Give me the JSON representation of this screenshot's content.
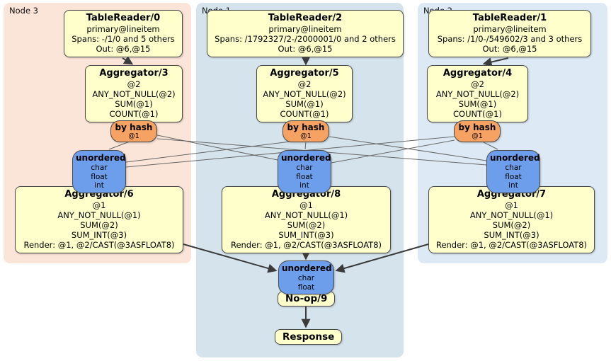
{
  "nodes": {
    "node3": {
      "label": "Node 3"
    },
    "node1": {
      "label": "Node 1"
    },
    "node2": {
      "label": "Node 2"
    }
  },
  "processors": {
    "tr0": {
      "title": "TableReader/0",
      "lines": [
        "primary@lineitem",
        "Spans: -/1/0 and 5 others",
        "Out: @6,@15"
      ]
    },
    "tr2": {
      "title": "TableReader/2",
      "lines": [
        "primary@lineitem",
        "Spans: /1792327/2-/2000001/0 and 2 others",
        "Out: @6,@15"
      ]
    },
    "tr1": {
      "title": "TableReader/1",
      "lines": [
        "primary@lineitem",
        "Spans: /1/0-/549602/3 and 3 others",
        "Out: @6,@15"
      ]
    },
    "agg3": {
      "title": "Aggregator/3",
      "lines": [
        "@2",
        "ANY_NOT_NULL(@2)",
        "SUM(@1)",
        "COUNT(@1)"
      ]
    },
    "agg5": {
      "title": "Aggregator/5",
      "lines": [
        "@2",
        "ANY_NOT_NULL(@2)",
        "SUM(@1)",
        "COUNT(@1)"
      ]
    },
    "agg4": {
      "title": "Aggregator/4",
      "lines": [
        "@2",
        "ANY_NOT_NULL(@2)",
        "SUM(@1)",
        "COUNT(@1)"
      ]
    },
    "hash3": {
      "title": "by hash",
      "lines": [
        "@1"
      ]
    },
    "hash5": {
      "title": "by hash",
      "lines": [
        "@1"
      ]
    },
    "hash4": {
      "title": "by hash",
      "lines": [
        "@1"
      ]
    },
    "sync3": {
      "title": "unordered",
      "lines": [
        "char",
        "float",
        "int"
      ]
    },
    "sync5": {
      "title": "unordered",
      "lines": [
        "char",
        "float",
        "int"
      ]
    },
    "sync4": {
      "title": "unordered",
      "lines": [
        "char",
        "float",
        "int"
      ]
    },
    "agg6": {
      "title": "Aggregator/6",
      "lines": [
        "@1",
        "ANY_NOT_NULL(@1)",
        "SUM(@2)",
        "SUM_INT(@3)",
        "Render: @1, @2/CAST(@3ASFLOAT8)"
      ]
    },
    "agg8": {
      "title": "Aggregator/8",
      "lines": [
        "@1",
        "ANY_NOT_NULL(@1)",
        "SUM(@2)",
        "SUM_INT(@3)",
        "Render: @1, @2/CAST(@3ASFLOAT8)"
      ]
    },
    "agg7": {
      "title": "Aggregator/7",
      "lines": [
        "@1",
        "ANY_NOT_NULL(@1)",
        "SUM(@2)",
        "SUM_INT(@3)",
        "Render: @1, @2/CAST(@3ASFLOAT8)"
      ]
    },
    "final_sync": {
      "title": "unordered",
      "lines": [
        "char",
        "float"
      ]
    },
    "noop": {
      "title": "No-op/9"
    },
    "response": {
      "title": "Response"
    }
  },
  "colors": {
    "node3_bg": "#fbe4d8",
    "node1_bg": "#d5e3ec",
    "node2_bg": "#ddeaf6",
    "box_yellow": "#ffffcc",
    "router_orange": "#f5a263",
    "sync_blue": "#6d9eeb",
    "edge_dark": "#3b3b3b",
    "edge_light": "#666666"
  }
}
